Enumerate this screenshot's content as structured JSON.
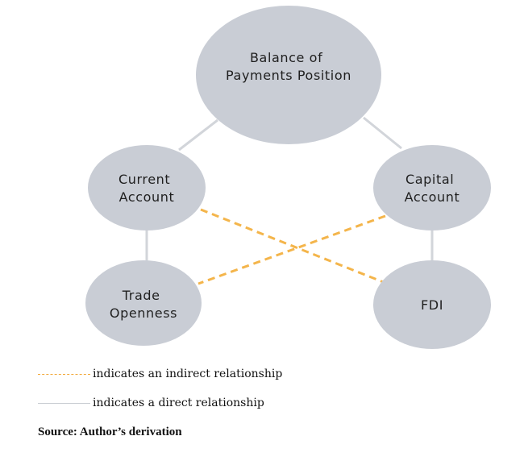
{
  "diagram": {
    "nodes": [
      {
        "id": "bop",
        "lines": [
          "Balance of",
          "Payments Position"
        ]
      },
      {
        "id": "current",
        "lines": [
          "Current",
          "Account"
        ]
      },
      {
        "id": "capital",
        "lines": [
          "Capital",
          "Account"
        ]
      },
      {
        "id": "trade",
        "lines": [
          "Trade",
          "Openness"
        ]
      },
      {
        "id": "fdi",
        "lines": [
          "FDI"
        ]
      }
    ],
    "edges": [
      {
        "from": "bop",
        "to": "current",
        "type": "direct"
      },
      {
        "from": "bop",
        "to": "capital",
        "type": "direct"
      },
      {
        "from": "current",
        "to": "trade",
        "type": "direct"
      },
      {
        "from": "capital",
        "to": "fdi",
        "type": "direct"
      },
      {
        "from": "current",
        "to": "fdi",
        "type": "indirect"
      },
      {
        "from": "capital",
        "to": "trade",
        "type": "indirect"
      }
    ],
    "colors": {
      "node_fill": "#c9cdd5",
      "direct_line": "#d2d5da",
      "indirect_line": "#f4b54b"
    }
  },
  "legend": {
    "indirect_label": "indicates an indirect relationship",
    "direct_label": "indicates a direct relationship"
  },
  "source": "Source: Author’s derivation"
}
